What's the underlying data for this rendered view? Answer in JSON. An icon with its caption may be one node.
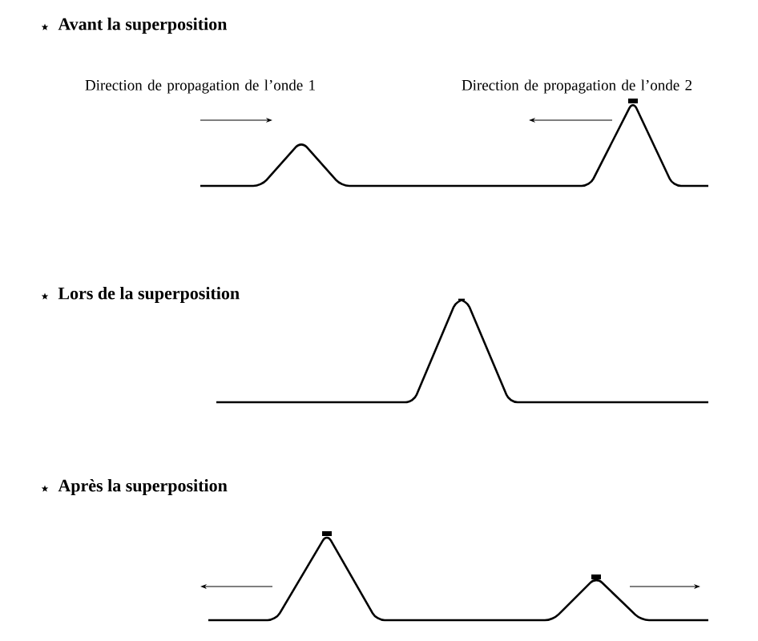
{
  "diagram": {
    "labels": [
      "Avant la superposition",
      "Direction de propagation de l’onde 1",
      "Direction de propagation de l’onde 2",
      "Lors de la superposition",
      "Après la superposition"
    ]
  }
}
